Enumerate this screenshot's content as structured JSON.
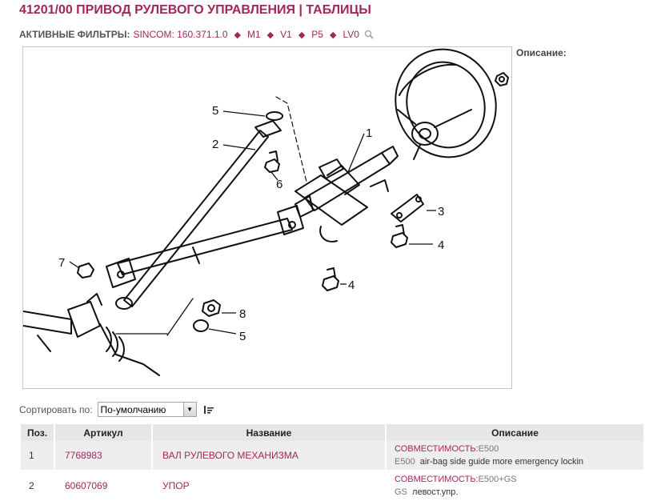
{
  "page": {
    "title": "41201/00 ПРИВОД РУЛЕВОГО УПРАВЛЕНИЯ | ТАБЛИЦЫ"
  },
  "filters": {
    "label": "АКТИВНЫЕ ФИЛЬТРЫ:",
    "items": [
      "SINCOM: 160.371.1.0",
      "M1",
      "V1",
      "P5",
      "LV0"
    ],
    "separator": "◆"
  },
  "diagram": {
    "callouts": [
      "1",
      "2",
      "3",
      "4",
      "4",
      "5",
      "5",
      "6",
      "7",
      "8"
    ]
  },
  "description": {
    "label": "Описание:"
  },
  "sort": {
    "label": "Сортировать по:",
    "selected": "По-умолчанию"
  },
  "table": {
    "headers": [
      "Поз.",
      "Артикул",
      "Название",
      "Описание"
    ],
    "rows": [
      {
        "pos": "1",
        "article": "7768983",
        "name": "ВАЛ РУЛЕВОГО МЕХАНИЗМА",
        "compat_label": "СОВМЕСТИМОСТЬ:",
        "compat_value": "E500",
        "desc_code": "E500",
        "desc_text": "air-bag side guide more emergency lockin"
      },
      {
        "pos": "2",
        "article": "60607069",
        "name": "УПОР",
        "compat_label": "СОВМЕСТИМОСТЬ:",
        "compat_value": "E500+GS",
        "desc_code": "GS",
        "desc_text": "левост.упр."
      }
    ]
  },
  "colors": {
    "accent": "#a0285a",
    "header_bg": "#e6e6e6",
    "row_alt_bg": "#eeeeee"
  }
}
